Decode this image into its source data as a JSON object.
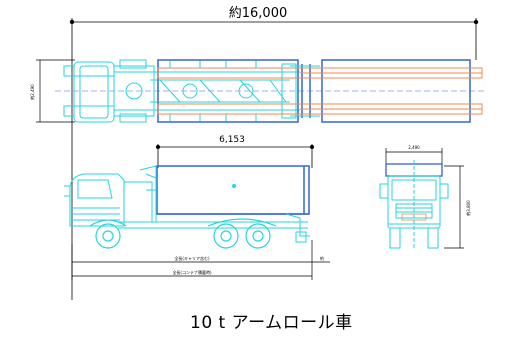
{
  "dimensions": {
    "overall_length": "約16,000",
    "container_length": "6,153",
    "top_width": "約2,490",
    "front_width": "2,490",
    "front_height": "約3,800",
    "side_total_1": "全長(キャリア含む)",
    "side_total_2": "全長(コンテナ積載時)",
    "side_small": "約"
  },
  "caption": "10 t アームロール車",
  "colors": {
    "truck": "#27d6dc",
    "container": "#3f6fd8",
    "rails": "#f08a4b",
    "dim": "#000000"
  }
}
